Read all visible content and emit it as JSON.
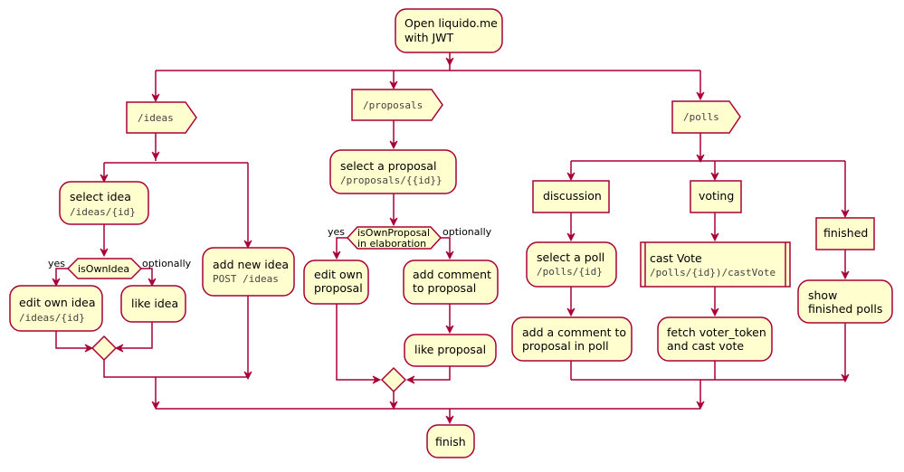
{
  "start": {
    "line1": "Open liquido.me",
    "line2": "with JWT"
  },
  "ideas": {
    "route": "/ideas",
    "select": {
      "label": "select idea",
      "path": "/ideas/{id}"
    },
    "decision": {
      "label": "isOwnIdea",
      "yes": "yes",
      "no": "optionally"
    },
    "edit": {
      "label": "edit own idea",
      "path": "/ideas/{id}"
    },
    "like": {
      "label": "like idea"
    },
    "add": {
      "label": "add new idea",
      "path": "POST /ideas"
    }
  },
  "proposals": {
    "route": "/proposals",
    "select": {
      "label": "select a proposal",
      "path": "/proposals/{{id}}"
    },
    "decision": {
      "line1": "isOwnProposal",
      "line2": "in elaboration",
      "yes": "yes",
      "no": "optionally"
    },
    "edit": {
      "line1": "edit own",
      "line2": "proposal"
    },
    "comment": {
      "line1": "add comment",
      "line2": "to proposal"
    },
    "like": {
      "label": "like proposal"
    }
  },
  "polls": {
    "route": "/polls",
    "discussion": {
      "label": "discussion",
      "select": {
        "label": "select a poll",
        "path": "/polls/{id}"
      },
      "comment": {
        "line1": "add a comment to",
        "line2": "proposal in poll"
      }
    },
    "voting": {
      "label": "voting",
      "cast": {
        "label": "cast Vote",
        "path": "/polls/{id})/castVote"
      },
      "fetch": {
        "line1": "fetch voter_token",
        "line2": "and cast vote"
      }
    },
    "finished": {
      "label": "finished",
      "show": {
        "line1": "show",
        "line2": "finished polls"
      }
    }
  },
  "end": {
    "label": "finish"
  }
}
